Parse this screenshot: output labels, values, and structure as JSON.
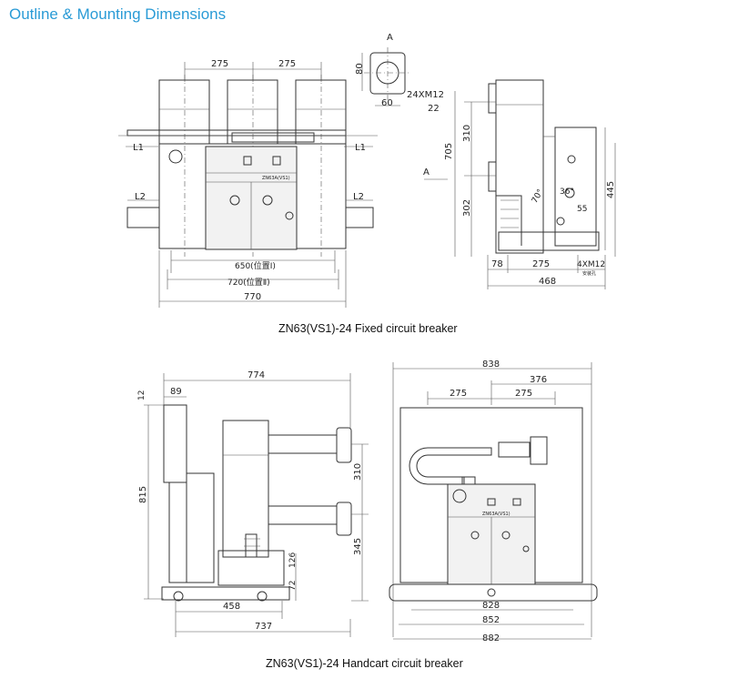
{
  "title": "Outline & Mounting Dimensions",
  "fixed": {
    "caption": "ZN63(VS1)-24 Fixed circuit breaker",
    "front": {
      "pitch1": "275",
      "pitch2": "275",
      "l1_left": "L1",
      "l1_right": "L1",
      "l2_left": "L2",
      "l2_right": "L2",
      "d650": "650(位置Ⅰ)",
      "d720": "720(位置Ⅱ)",
      "d770": "770",
      "nameplate": "ZN63A(VS1)"
    },
    "detail": {
      "view": "A",
      "d80": "80",
      "d60": "60",
      "bolt": "24XM12",
      "depth": "22"
    },
    "side": {
      "view": "A",
      "d310": "310",
      "d705": "705",
      "d302": "302",
      "d445": "445",
      "d78": "78",
      "d275": "275",
      "d468": "468",
      "angle70": "70°",
      "angle36": "36°",
      "d55": "55",
      "bolt": "4XM12",
      "hole": "安装孔"
    }
  },
  "handcart": {
    "caption": "ZN63(VS1)-24 Handcart circuit breaker",
    "side": {
      "d774": "774",
      "d89": "89",
      "d12": "12",
      "d815": "815",
      "d310": "310",
      "d345": "345",
      "d126": "126",
      "d72": "72",
      "d458": "458",
      "d737": "737"
    },
    "front": {
      "d838": "838",
      "d376": "376",
      "pitch1": "275",
      "pitch2": "275",
      "d828": "828",
      "d852": "852",
      "d882": "882",
      "nameplate": "ZN63A(VS1)"
    }
  },
  "colors": {
    "title": "#2a9bd6",
    "line": "#333333",
    "panel": "#f2f2f2"
  }
}
